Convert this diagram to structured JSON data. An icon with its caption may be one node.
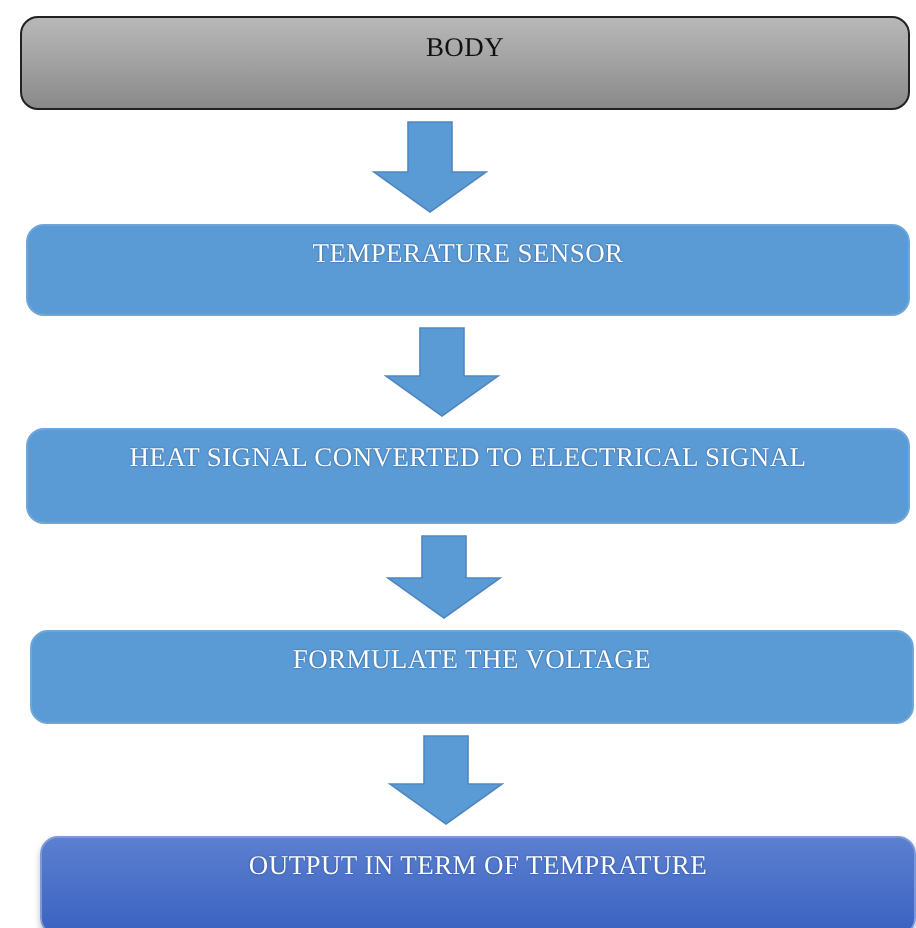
{
  "diagram": {
    "nodes": [
      {
        "text": [
          "BODY"
        ]
      },
      {
        "text": [
          "TEMPERATURE SENSOR"
        ]
      },
      {
        "text": [
          "HEAT SIGNAL CONVERTED TO ELECTRICAL SIGNAL"
        ]
      },
      {
        "text": [
          "FORMULATE THE VOLTAGE"
        ]
      },
      {
        "text": [
          "OUTPUT IN TERM OF TEMPRATURE"
        ]
      }
    ],
    "edges": [
      {
        "from": 0,
        "to": 1,
        "arrow": "to"
      },
      {
        "from": 1,
        "to": 2,
        "arrow": "to"
      },
      {
        "from": 2,
        "to": 3,
        "arrow": "to"
      },
      {
        "from": 3,
        "to": 4,
        "arrow": "to"
      }
    ]
  }
}
